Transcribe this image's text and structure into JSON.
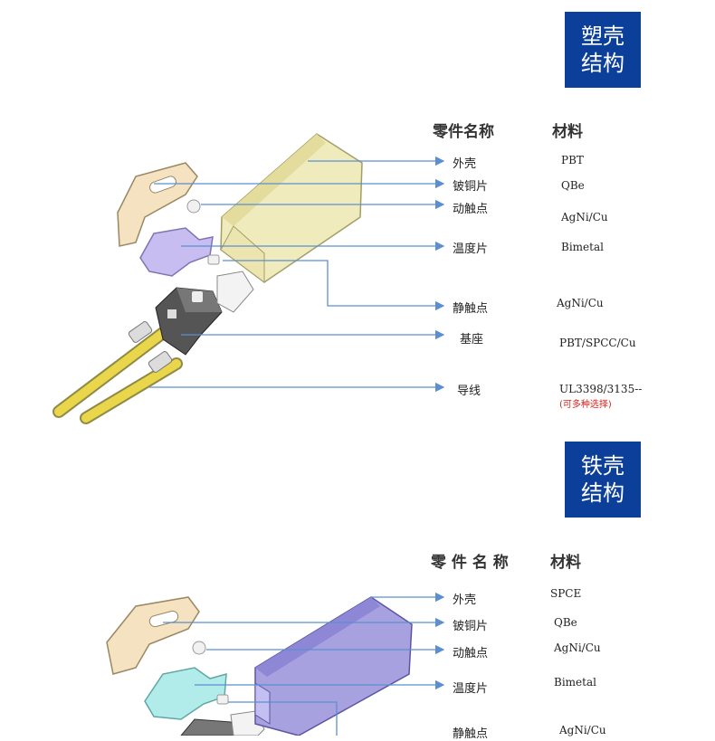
{
  "colors": {
    "badge_bg": "#0b3f99",
    "leader_line": "#5b8fd0",
    "plastic_shell": "#f0ebbd",
    "iron_shell": "#a7a1e0",
    "note_red": "#d9231d",
    "wire_yellow": "#e9d64a"
  },
  "plastic": {
    "badge_line1": "塑壳",
    "badge_line2": "结构",
    "header_name": "零件名称",
    "header_material": "材料",
    "parts": [
      {
        "name": "外壳",
        "material": "PBT"
      },
      {
        "name": "铍铜片",
        "material": "QBe"
      },
      {
        "name": "动触点",
        "material": "AgNi/Cu"
      },
      {
        "name": "温度片",
        "material": "Bimetal"
      },
      {
        "name": "静触点",
        "material": "AgNi/Cu"
      },
      {
        "name": "基座",
        "material": "PBT/SPCC/Cu"
      },
      {
        "name": "导线",
        "material": "UL3398/3135--"
      }
    ],
    "wire_note": "(可多种选择)"
  },
  "iron": {
    "badge_line1": "铁壳",
    "badge_line2": "结构",
    "header_name": "零 件 名 称",
    "header_material": "材料",
    "parts": [
      {
        "name": "外壳",
        "material": "SPCE"
      },
      {
        "name": "铍铜片",
        "material": "QBe"
      },
      {
        "name": "动触点",
        "material": "AgNi/Cu"
      },
      {
        "name": "温度片",
        "material": "Bimetal"
      },
      {
        "name": "静触点",
        "material": "AgNi/Cu"
      }
    ]
  }
}
